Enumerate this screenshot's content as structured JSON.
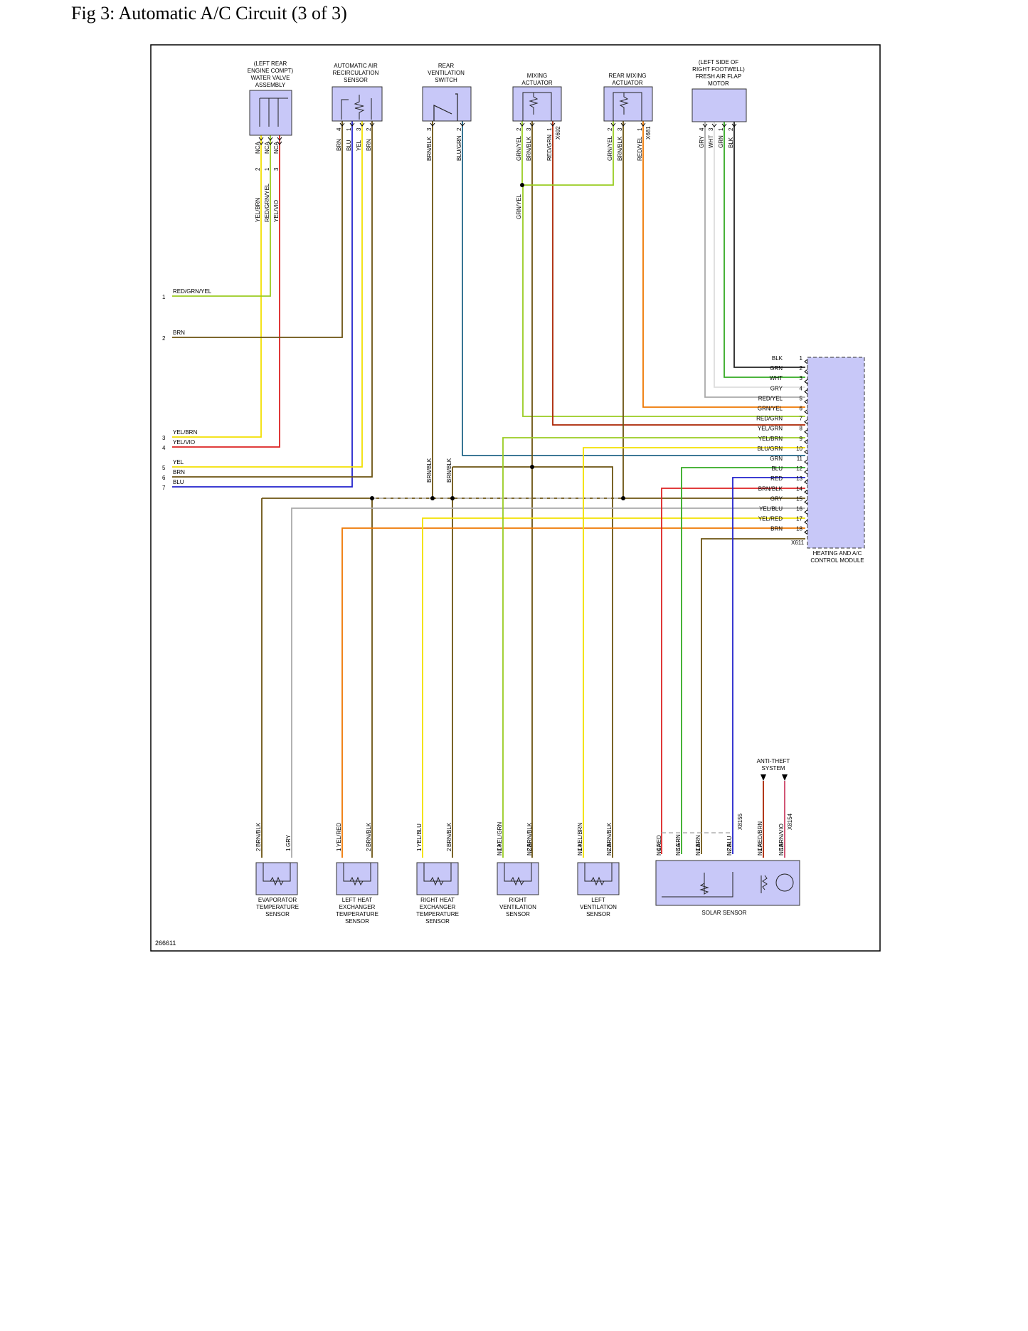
{
  "page": {
    "title": "Fig 3: Automatic A/C Circuit (3 of 3)",
    "figure_id": "266611"
  },
  "colors": {
    "component_fill": "#c8c8f8",
    "BRN": "#6b5310",
    "BLU": "#2222cc",
    "YEL": "#f2e000",
    "GRN": "#33aa22",
    "RED": "#dd2222",
    "ORG": "#ee7700",
    "GRY": "#aaaaaa",
    "WHT": "#dddddd",
    "BLK": "#222222",
    "TEAL": "#226688",
    "DRED": "#aa2200",
    "YELGRN": "#99cc22",
    "VIO": "#cc4466"
  },
  "components": [
    {
      "id": "water-valve",
      "label": [
        "(LEFT REAR",
        "ENGINE COMPT)",
        "WATER VALVE",
        "ASSEMBLY"
      ]
    },
    {
      "id": "recirc-sensor",
      "label": [
        "AUTOMATIC AIR",
        "RECIRCULATION",
        "SENSOR"
      ]
    },
    {
      "id": "rear-vent-switch",
      "label": [
        "REAR",
        "VENTILATION",
        "SWITCH"
      ]
    },
    {
      "id": "mixing-actuator",
      "label": [
        "MIXING",
        "ACTUATOR"
      ]
    },
    {
      "id": "rear-mixing-actuator",
      "label": [
        "REAR MIXING",
        "ACTUATOR"
      ]
    },
    {
      "id": "fresh-air-flap",
      "label": [
        "(LEFT SIDE OF",
        "RIGHT FOOTWELL)",
        "FRESH AIR FLAP",
        "MOTOR"
      ]
    },
    {
      "id": "hvac-module",
      "label": [
        "HEATING AND A/C",
        "CONTROL MODULE"
      ]
    },
    {
      "id": "evap-sensor",
      "label": [
        "EVAPORATOR",
        "TEMPERATURE",
        "SENSOR"
      ]
    },
    {
      "id": "left-heat-sensor",
      "label": [
        "LEFT HEAT",
        "EXCHANGER",
        "TEMPERATURE",
        "SENSOR"
      ]
    },
    {
      "id": "right-heat-sensor",
      "label": [
        "RIGHT HEAT",
        "EXCHANGER",
        "TEMPERATURE",
        "SENSOR"
      ]
    },
    {
      "id": "right-vent-sensor",
      "label": [
        "RIGHT",
        "VENTILATION",
        "SENSOR"
      ]
    },
    {
      "id": "left-vent-sensor",
      "label": [
        "LEFT",
        "VENTILATION",
        "SENSOR"
      ]
    },
    {
      "id": "solar-sensor",
      "label": [
        "SOLAR SENSOR"
      ]
    },
    {
      "id": "anti-theft",
      "label": [
        "ANTI-THEFT",
        "SYSTEM"
      ]
    }
  ],
  "connectors": [
    "X692",
    "X681",
    "X611",
    "X8155",
    "X8154"
  ],
  "module_pins": [
    {
      "pin": "1",
      "wire": "BLK"
    },
    {
      "pin": "2",
      "wire": "GRN"
    },
    {
      "pin": "3",
      "wire": "WHT"
    },
    {
      "pin": "4",
      "wire": "GRY"
    },
    {
      "pin": "5",
      "wire": "RED/YEL"
    },
    {
      "pin": "6",
      "wire": "GRN/YEL"
    },
    {
      "pin": "7",
      "wire": "RED/GRN"
    },
    {
      "pin": "8",
      "wire": "YEL/GRN"
    },
    {
      "pin": "9",
      "wire": "YEL/BRN"
    },
    {
      "pin": "10",
      "wire": "BLU/GRN"
    },
    {
      "pin": "11",
      "wire": "GRN"
    },
    {
      "pin": "12",
      "wire": "BLU"
    },
    {
      "pin": "13",
      "wire": "RED"
    },
    {
      "pin": "14",
      "wire": "BRN/BLK"
    },
    {
      "pin": "15",
      "wire": "GRY"
    },
    {
      "pin": "16",
      "wire": "YEL/BLU"
    },
    {
      "pin": "17",
      "wire": "YEL/RED"
    },
    {
      "pin": "18",
      "wire": "BRN"
    }
  ],
  "left_refs": [
    {
      "num": "1",
      "wire": "RED/GRN/YEL"
    },
    {
      "num": "2",
      "wire": "BRN"
    },
    {
      "num": "3",
      "wire": "YEL/BRN"
    },
    {
      "num": "4",
      "wire": "YEL/VIO"
    },
    {
      "num": "5",
      "wire": "YEL"
    },
    {
      "num": "6",
      "wire": "BRN"
    },
    {
      "num": "7",
      "wire": "BLU"
    }
  ],
  "pin_labels": {
    "water_valve": [
      {
        "nca": "NCA",
        "pin": "2",
        "wire": "YEL/BRN"
      },
      {
        "nca": "NCA",
        "pin": "1",
        "wire": "RED/GRN/YEL"
      },
      {
        "nca": "NCA",
        "pin": "3",
        "wire": "YEL/VIO"
      }
    ],
    "recirc": [
      {
        "wire": "BRN",
        "pin": "4"
      },
      {
        "wire": "BLU",
        "pin": "1"
      },
      {
        "wire": "YEL",
        "pin": "3"
      },
      {
        "wire": "BRN",
        "pin": "2"
      }
    ],
    "rear_vent": [
      {
        "wire": "BRN/BLK",
        "pin": "3"
      },
      {
        "wire": "BLU/GRN",
        "pin": "2"
      }
    ],
    "mixing": [
      {
        "wire": "GRN/YEL",
        "pin": "2"
      },
      {
        "wire": "BRN/BLK",
        "pin": "3"
      },
      {
        "wire": "RED/GRN",
        "pin": "1"
      }
    ],
    "rear_mixing": [
      {
        "wire": "GRN/YEL",
        "pin": "2"
      },
      {
        "wire": "BRN/BLK",
        "pin": "3"
      },
      {
        "wire": "RED/YEL",
        "pin": "1"
      }
    ],
    "fresh_air": [
      {
        "wire": "GRY",
        "pin": "4"
      },
      {
        "wire": "WHT",
        "pin": "3"
      },
      {
        "wire": "GRN",
        "pin": "1"
      },
      {
        "wire": "BLK",
        "pin": "2"
      }
    ],
    "splice_grn_yel": "GRN/YEL",
    "mid_brn_blk": [
      "BRN/BLK",
      "BRN/BLK"
    ],
    "bottom": [
      {
        "wire": "BRN/BLK",
        "pin": "2"
      },
      {
        "wire": "GRY",
        "pin": "1"
      },
      {
        "wire": "YEL/RED",
        "pin": "1"
      },
      {
        "wire": "BRN/BLK",
        "pin": "2"
      },
      {
        "wire": "YEL/BLU",
        "pin": "1"
      },
      {
        "wire": "BRN/BLK",
        "pin": "2"
      },
      {
        "wire": "YEL/GRN",
        "pin": "1"
      },
      {
        "wire": "BRN/BLK",
        "pin": "2"
      },
      {
        "wire": "YEL/BRN",
        "pin": "1"
      },
      {
        "wire": "BRN/BLK",
        "pin": "2"
      },
      {
        "wire": "RED",
        "pin": "4"
      },
      {
        "wire": "GRN",
        "pin": "3"
      },
      {
        "wire": "BRN",
        "pin": "1"
      },
      {
        "wire": "BLU",
        "pin": "2"
      },
      {
        "wire": "RED/BRN",
        "pin": "1"
      },
      {
        "wire": "BRN/VIO",
        "pin": "3"
      }
    ],
    "nca": "NCA"
  }
}
